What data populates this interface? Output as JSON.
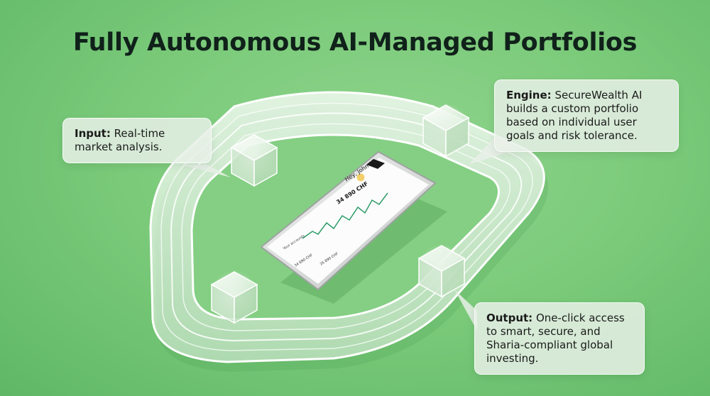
{
  "title": "Fully Autonomous AI-Managed Portfolios",
  "callouts": {
    "input": {
      "label": "Input:",
      "text": "Real-time market analysis."
    },
    "engine": {
      "label": "Engine:",
      "text": "SecureWealth AI builds a custom portfolio based on individual user goals and risk tolerance."
    },
    "output": {
      "label": "Output:",
      "text": "One-click access to smart, secure, and Sharia-compliant global investing."
    }
  },
  "phone": {
    "greeting": "Hey, John",
    "amount": "34 890 CHF",
    "section": "Your accounts",
    "account_a": "34 890 CHF",
    "account_b": "26 890 CHF"
  },
  "colors": {
    "background": "#7ccb7b",
    "title": "#10211a",
    "chart_line": "#2f9c6a"
  }
}
